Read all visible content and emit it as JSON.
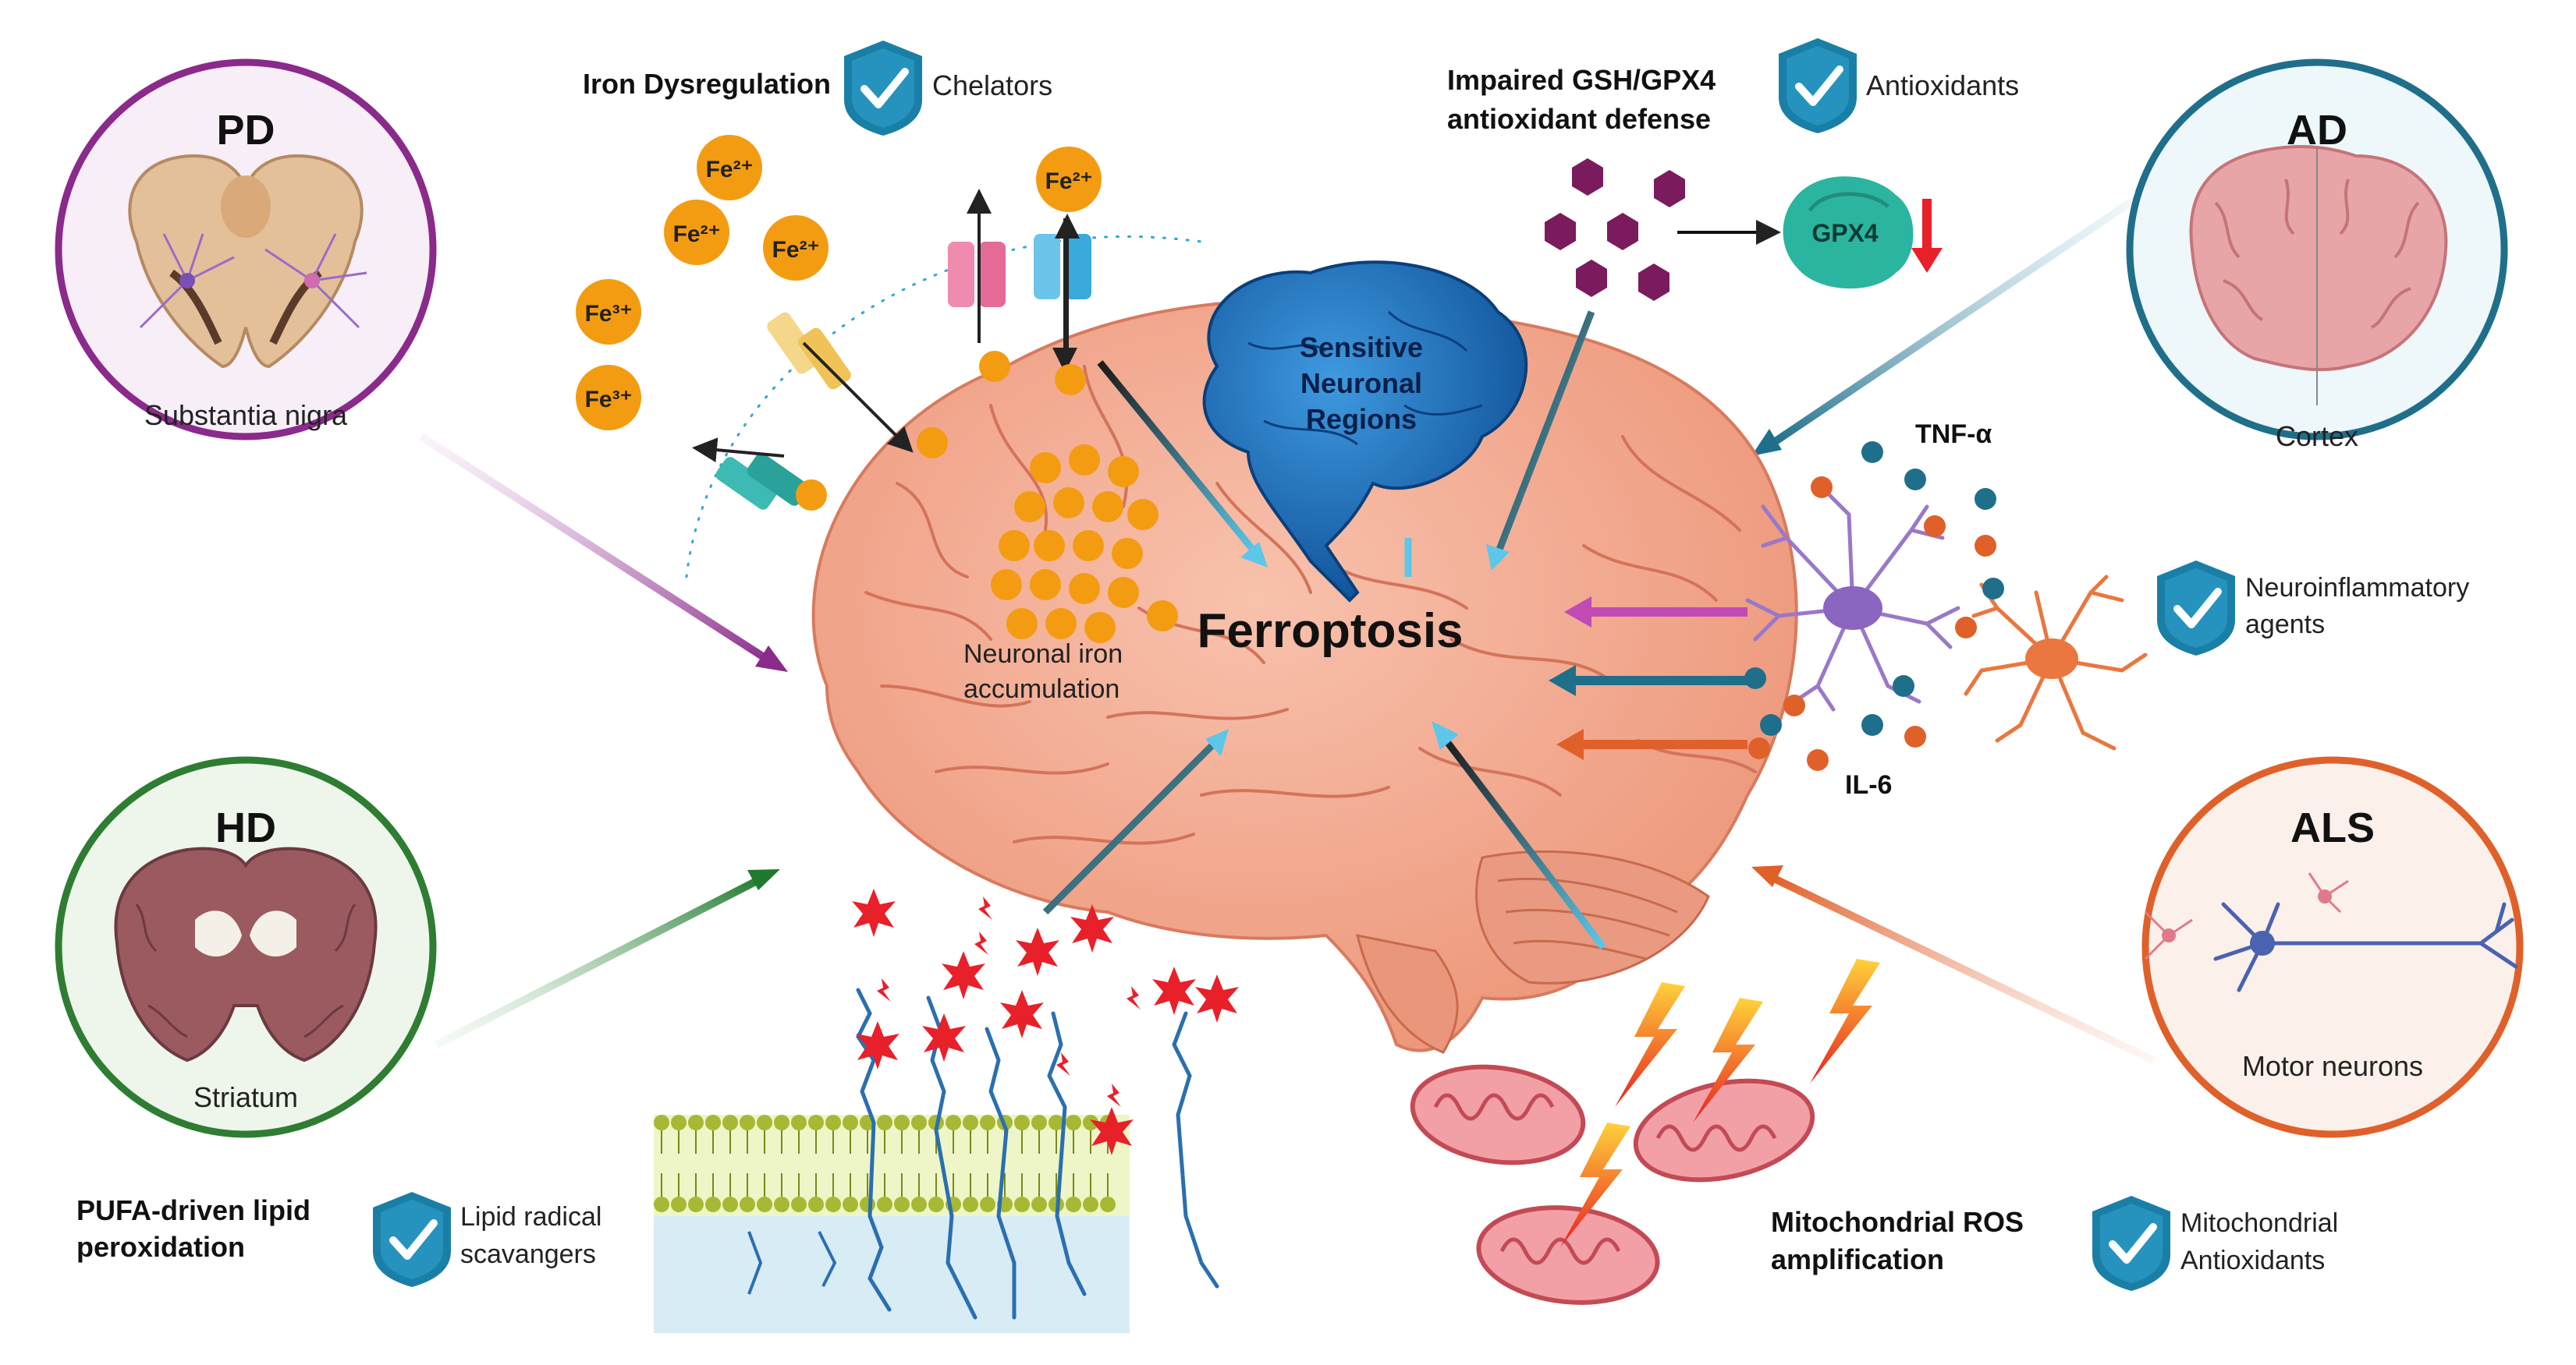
{
  "center": {
    "label": "Ferroptosis",
    "sensitive": [
      "Sensitive",
      "Neuronal",
      "Regions"
    ],
    "iron_accumulation": [
      "Neuronal iron",
      "accumulation"
    ]
  },
  "diseases": {
    "pd": {
      "abbr": "PD",
      "region": "Substantia nigra",
      "color": "#8a2a8a"
    },
    "ad": {
      "abbr": "AD",
      "region": "Cortex",
      "color": "#1f6f8b"
    },
    "hd": {
      "abbr": "HD",
      "region": "Striatum",
      "color": "#2e7d32"
    },
    "als": {
      "abbr": "ALS",
      "region": "Motor neurons",
      "color": "#e0602a"
    }
  },
  "mechanisms": {
    "iron": {
      "title": "Iron Dysregulation",
      "therapy": "Chelators",
      "ions": [
        "Fe²⁺",
        "Fe²⁺",
        "Fe²⁺",
        "Fe²⁺",
        "Fe³⁺",
        "Fe³⁺"
      ]
    },
    "gsh": {
      "title": [
        "Impaired GSH/GPX4",
        "antioxidant defense"
      ],
      "therapy": "Antioxidants",
      "enzyme": "GPX4"
    },
    "inflammation": {
      "cytokine1": "TNF-α",
      "cytokine2": "IL-6",
      "therapy": [
        "Neuroinflammatory",
        "agents"
      ]
    },
    "lipid": {
      "title": [
        "PUFA-driven lipid",
        "peroxidation"
      ],
      "therapy": [
        "Lipid radical",
        "scavangers"
      ]
    },
    "mito": {
      "title": [
        "Mitochondrial ROS",
        "amplification"
      ],
      "therapy": [
        "Mitochondrial",
        "Antioxidants"
      ]
    }
  },
  "colors": {
    "shield": "#1a7fa6",
    "iron": "#f39c12",
    "ros": "#e8202a",
    "brain": "#f4a98f",
    "gpx4": "#2bb5a0"
  }
}
